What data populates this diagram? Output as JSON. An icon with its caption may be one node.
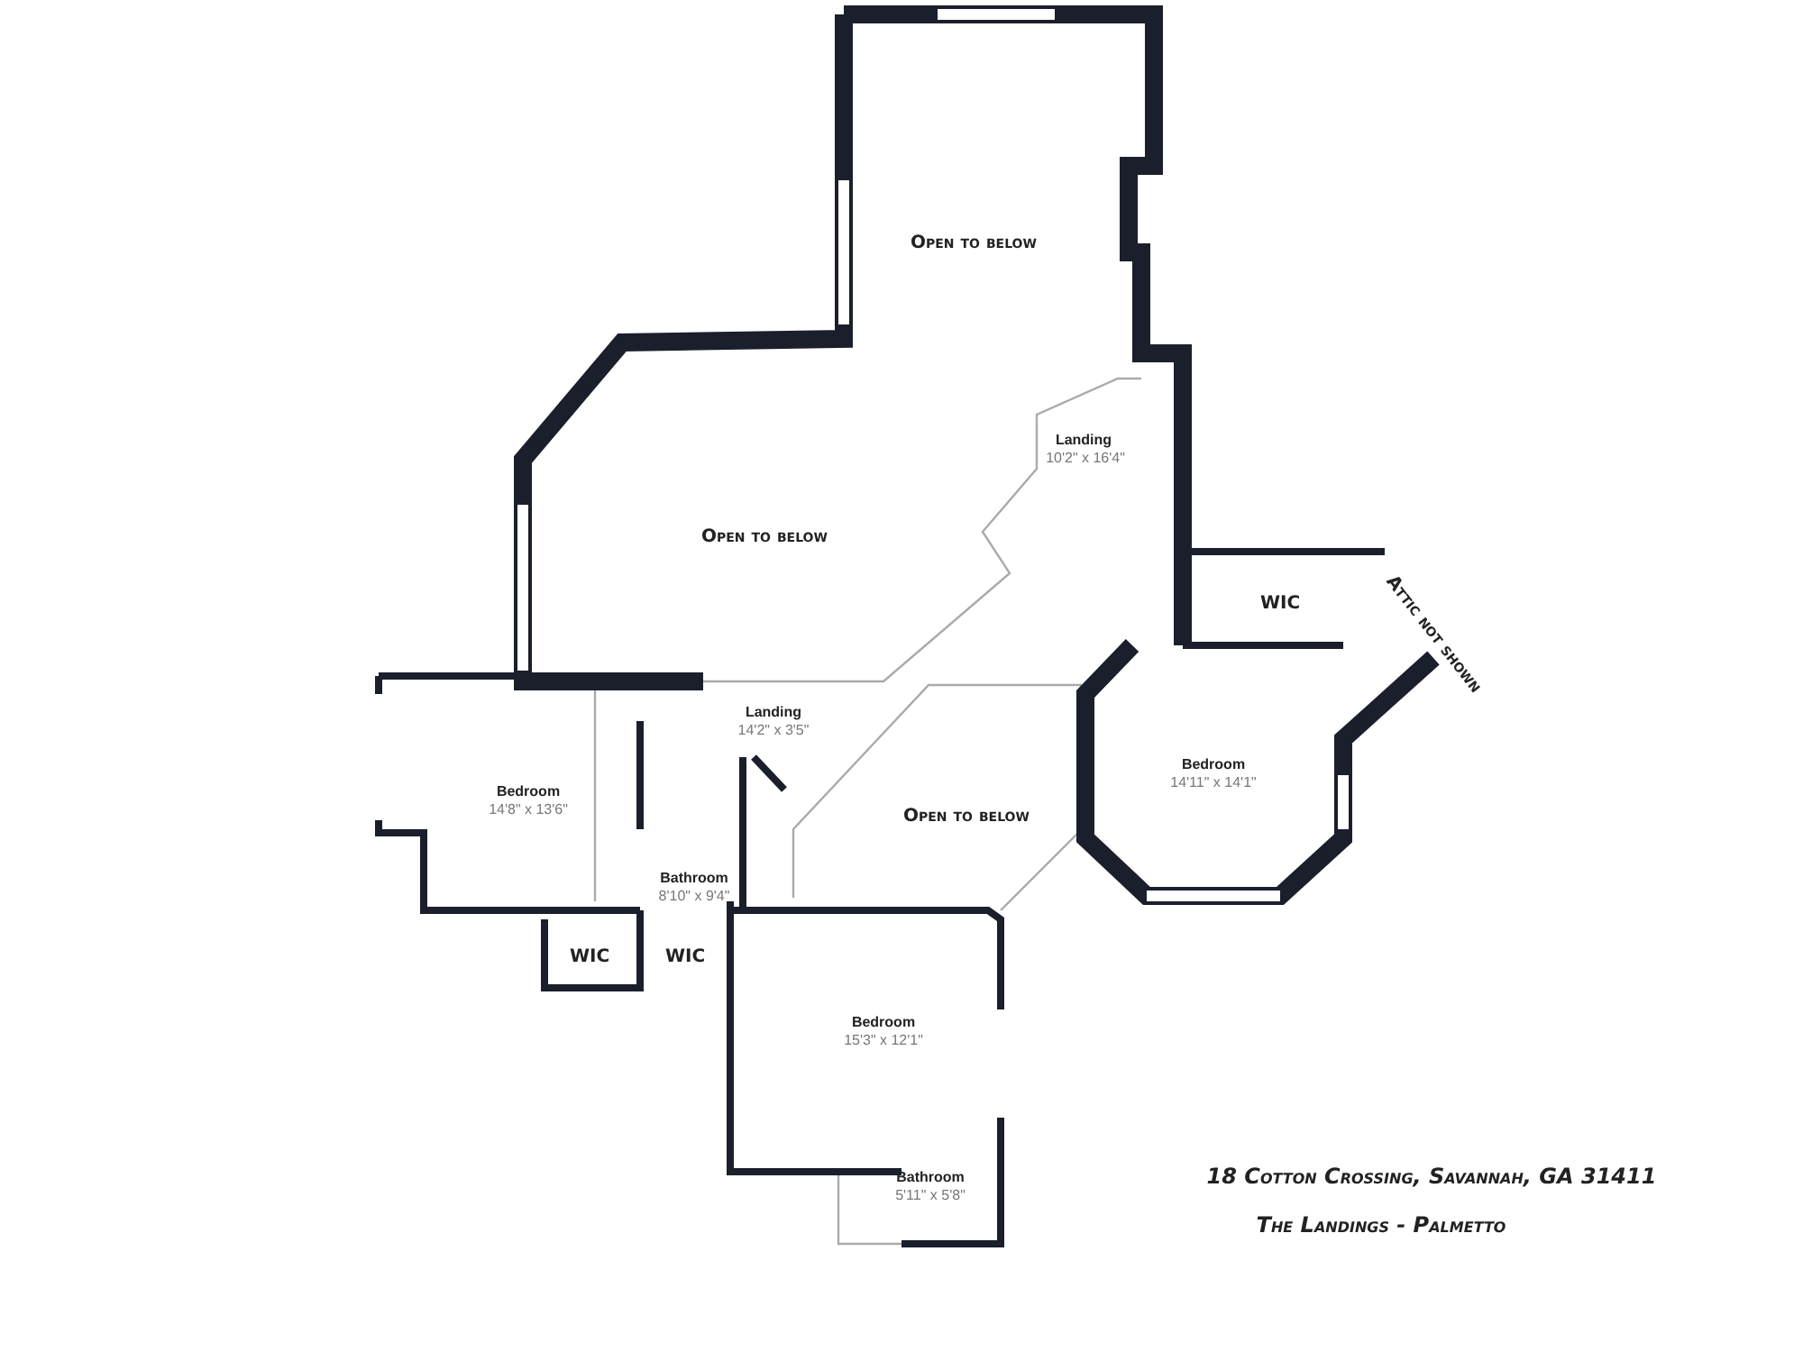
{
  "diagram": {
    "labels": [
      "Open to below",
      "Landing",
      "10'2\" x 16'4\"",
      "Open to below",
      "WIC",
      "Attic not shown",
      "Landing",
      "14'2\" x 3'5\"",
      "Bedroom",
      "14'8\" x 13'6\"",
      "Bedroom",
      "14'11\" x 14'1\"",
      "Open to below",
      "Bathroom",
      "8'10\" x 9'4\"",
      "WIC",
      "WIC",
      "Bedroom",
      "15'3\" x 12'1\"",
      "18 Cotton Crossing, Savannah, GA 31411",
      "Bathroom",
      "5'11\" x 5'8\"",
      "The Landings - Palmetto"
    ]
  }
}
